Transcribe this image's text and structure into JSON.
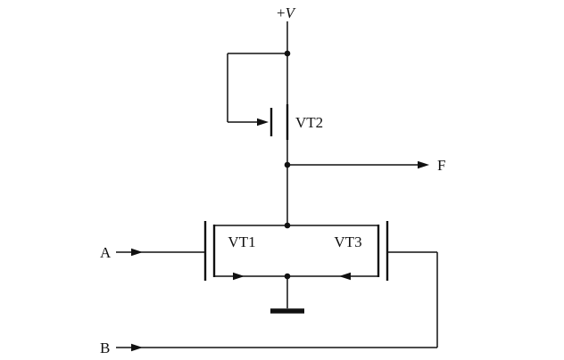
{
  "diagram": {
    "type": "circuit-schematic",
    "description": "NMOS NOR logic gate with load transistor VT2 and parallel drive transistors VT1, VT3",
    "colors": {
      "line": "#111111",
      "background": "#ffffff"
    },
    "labels": {
      "supply_plus": "+",
      "supply_v": "V",
      "output": "F",
      "input_a": "A",
      "input_b": "B",
      "transistor_load": "VT2",
      "transistor_left": "VT1",
      "transistor_right": "VT3"
    }
  }
}
